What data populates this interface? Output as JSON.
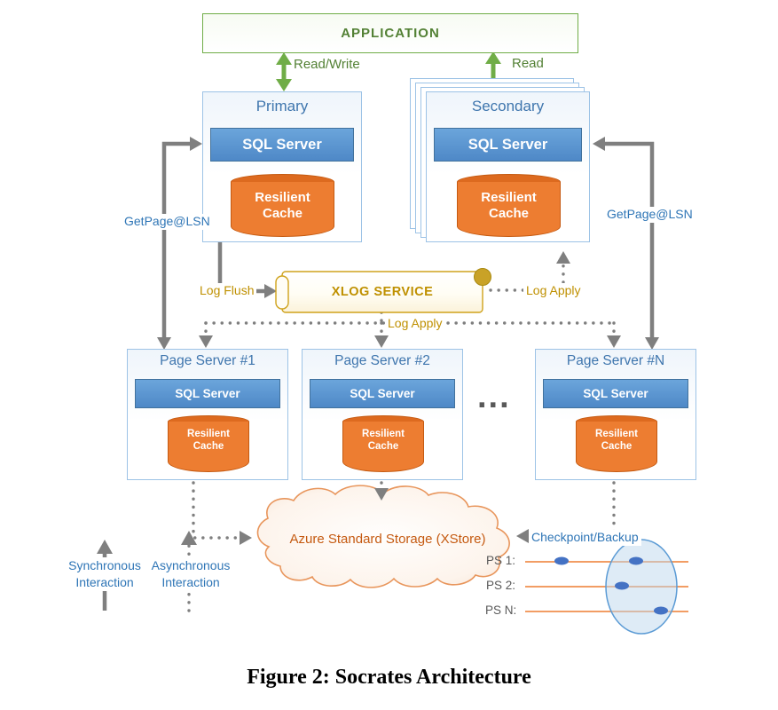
{
  "colors": {
    "green": "#70AD47",
    "greentext": "#538135",
    "boxborder": "#9DC3E6",
    "titleblue": "#3F76AE",
    "labelblue": "#2E75B6",
    "sqltop": "#6BA5DB",
    "sqlbottom": "#4E88C7",
    "sqlborder": "#41719C",
    "orange": "#ED7D31",
    "orangedark": "#C55A11",
    "cyltop": "#DD6A1F",
    "gray": "#7F7F7F",
    "gold": "#BF9000",
    "scrollborder": "#CFA21B",
    "goldball": "#C9A227",
    "cloudborder": "#E8955B",
    "storagetext": "#C55A11",
    "pslabel": "#595959",
    "psline": "#ED7D31",
    "dotblue": "#4472C4",
    "groupellipse": "#5B9BD5"
  },
  "application": {
    "label": "APPLICATION"
  },
  "flows": {
    "read_write": "Read/Write",
    "read": "Read",
    "getpage_left": "GetPage@LSN",
    "getpage_right": "GetPage@LSN",
    "log_flush": "Log Flush",
    "log_apply_secondary": "Log Apply",
    "log_apply_page_servers": "Log Apply",
    "checkpoint_backup": "Checkpoint/Backup"
  },
  "nodes": {
    "primary": {
      "title": "Primary",
      "sql": "SQL Server",
      "cache": "Resilient Cache"
    },
    "secondary": {
      "title": "Secondary",
      "sql": "SQL Server",
      "cache": "Resilient Cache"
    },
    "xlog": {
      "label": "XLOG SERVICE"
    },
    "storage": {
      "label": "Azure Standard Storage (XStore)"
    }
  },
  "page_servers": [
    {
      "title": "Page Server #1",
      "sql": "SQL Server",
      "cache": "Resilient Cache"
    },
    {
      "title": "Page Server #2",
      "sql": "SQL Server",
      "cache": "Resilient Cache"
    },
    {
      "title": "Page Server #N",
      "sql": "SQL Server",
      "cache": "Resilient Cache"
    }
  ],
  "ellipsis": "...",
  "legend": {
    "sync": "Synchronous Interaction",
    "async": "Asynchronous Interaction"
  },
  "ps_rows": [
    {
      "label": "PS 1:"
    },
    {
      "label": "PS 2:"
    },
    {
      "label": "PS N:"
    }
  ],
  "caption": "Figure 2: Socrates Architecture"
}
